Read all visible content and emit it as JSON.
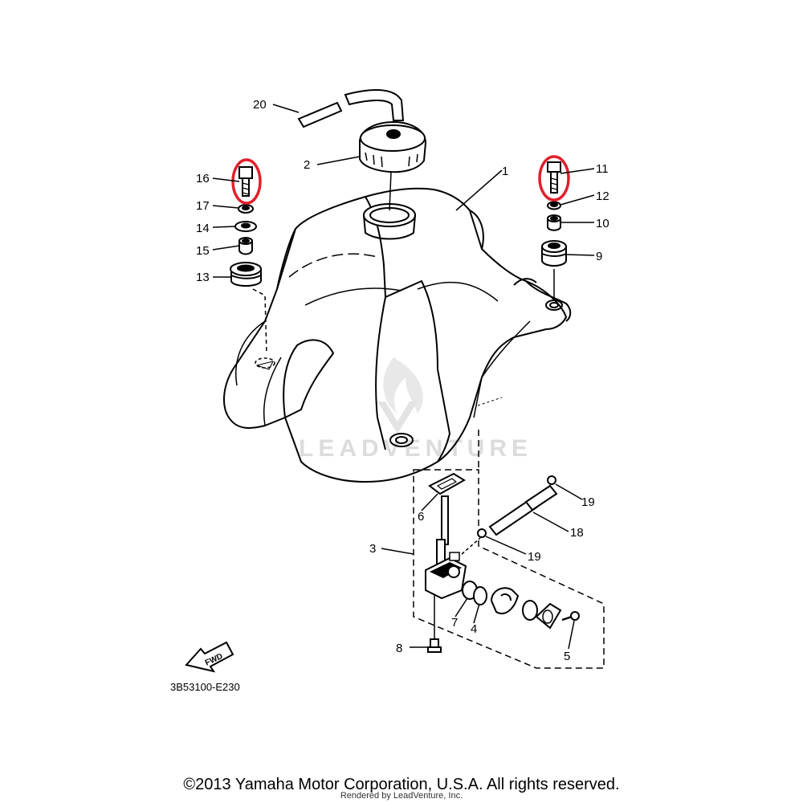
{
  "callouts": {
    "p1": "1",
    "p2": "2",
    "p3": "3",
    "p4": "4",
    "p5": "5",
    "p6": "6",
    "p7": "7",
    "p8": "8",
    "p9": "9",
    "p10": "10",
    "p11": "11",
    "p12": "12",
    "p13": "13",
    "p14": "14",
    "p15": "15",
    "p16": "16",
    "p17": "17",
    "p18": "18",
    "p19a": "19",
    "p19b": "19",
    "p20": "20"
  },
  "highlight_color": "#e0202a",
  "fwd_label": "FWD",
  "diagram_code": "3B53100-E230",
  "watermark": "LEADVENTURE",
  "copyright": "©2013 Yamaha Motor Corporation, U.S.A. All rights reserved.",
  "rendered_by": "Rendered by LeadVenture, Inc."
}
